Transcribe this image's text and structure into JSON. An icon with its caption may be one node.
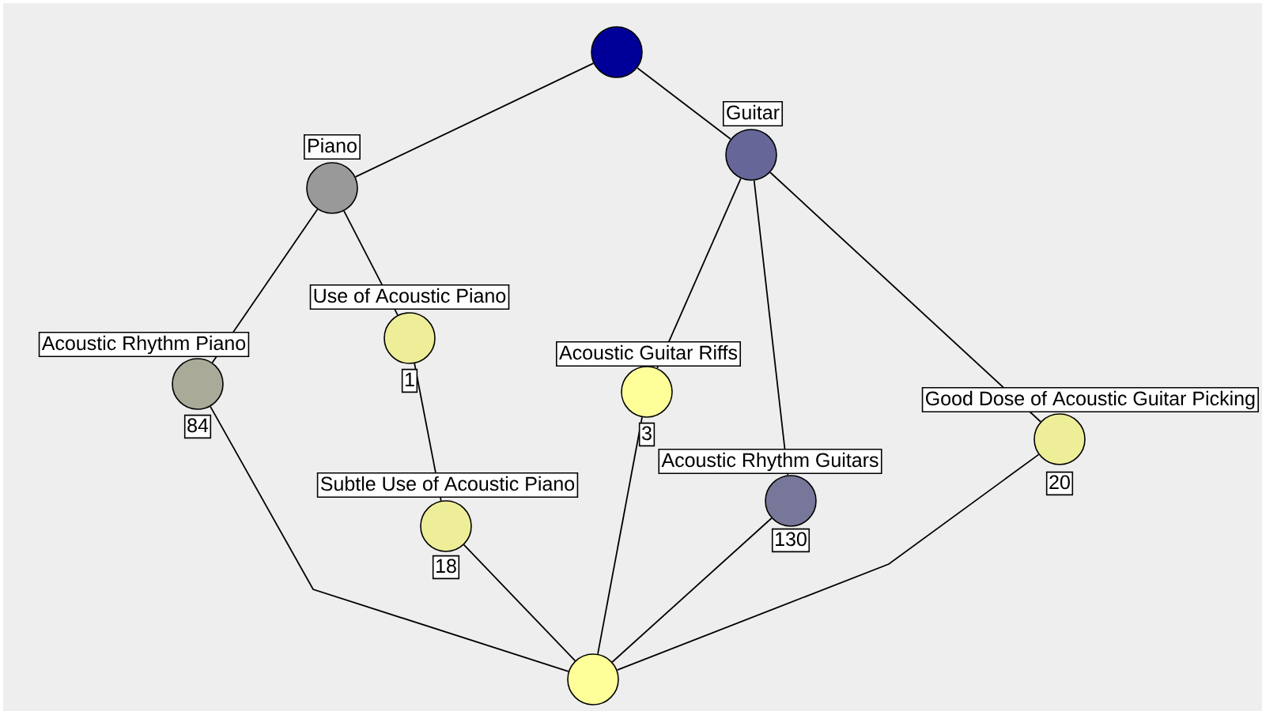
{
  "diagram": {
    "nodes": [
      {
        "text": [],
        "shape": "circle"
      },
      {
        "text": [
          "Piano"
        ]
      },
      {
        "text": [
          "Guitar"
        ]
      },
      {
        "text": [
          "Acoustic Rhythm Piano",
          "84"
        ]
      },
      {
        "text": [
          "Use of Acoustic Piano",
          "1"
        ]
      },
      {
        "text": [
          "Acoustic Guitar Riffs",
          "3"
        ]
      },
      {
        "text": [
          "Subtle Use of Acoustic Piano",
          "18"
        ]
      },
      {
        "text": [
          "Acoustic Rhythm Guitars",
          "130"
        ]
      },
      {
        "text": [
          "Good Dose of Acoustic Guitar Picking",
          "20"
        ]
      },
      {
        "text": [],
        "shape": "circle"
      }
    ],
    "edges": [
      {
        "from": 0,
        "to": 1,
        "arrow": "none"
      },
      {
        "from": 0,
        "to": 2,
        "arrow": "none"
      },
      {
        "from": 1,
        "to": 3,
        "arrow": "none"
      },
      {
        "from": 1,
        "to": 4,
        "arrow": "none"
      },
      {
        "from": 2,
        "to": 5,
        "arrow": "none"
      },
      {
        "from": 2,
        "to": 7,
        "arrow": "none"
      },
      {
        "from": 2,
        "to": 8,
        "arrow": "none"
      },
      {
        "from": 3,
        "to": 9,
        "arrow": "none"
      },
      {
        "from": 4,
        "to": 6,
        "arrow": "none"
      },
      {
        "from": 6,
        "to": 9,
        "arrow": "none"
      },
      {
        "from": 5,
        "to": 9,
        "arrow": "none"
      },
      {
        "from": 7,
        "to": 9,
        "arrow": "none"
      },
      {
        "from": 8,
        "to": 9,
        "arrow": "none"
      }
    ]
  }
}
